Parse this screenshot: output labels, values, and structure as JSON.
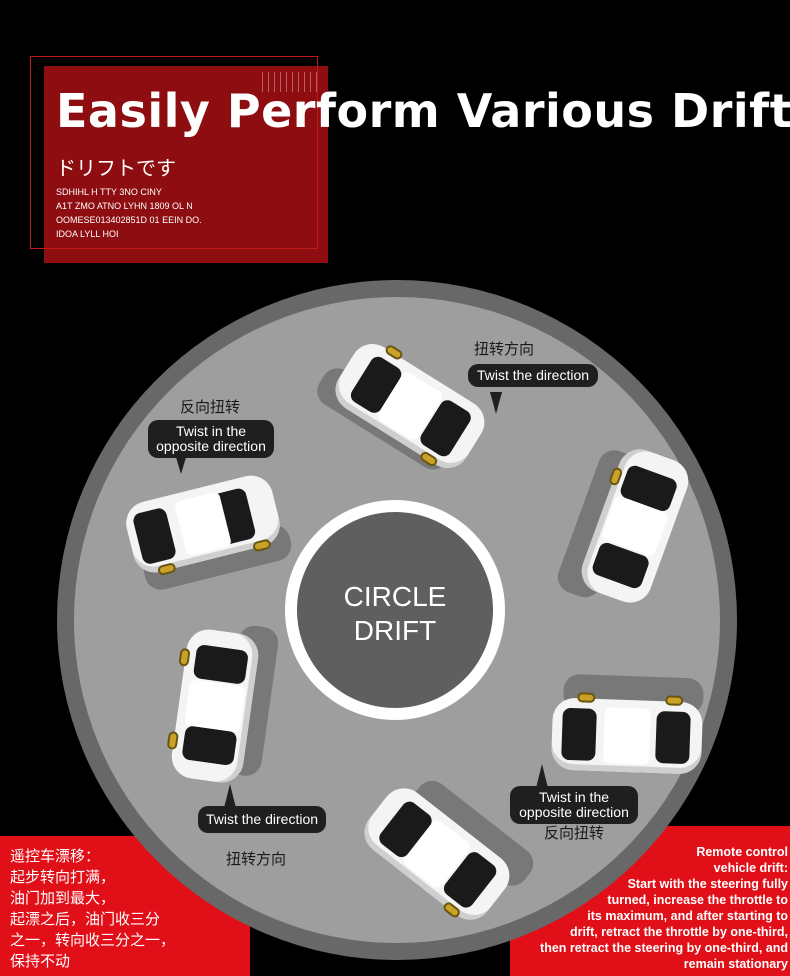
{
  "header": {
    "title": "Easily Perform Various Drifts",
    "subtitle_jp": "ドリフトです",
    "small_lines": [
      "SDHIHL H TTY 3NO CINY",
      "A1T ZMO ATNO LYHN 1809 OL N",
      "OOMESE013402851D 01 EEIN DO.",
      "IDOA LYLL HOI"
    ]
  },
  "center": {
    "line1": "CIRCLE",
    "line2": "DRIFT"
  },
  "callouts": {
    "top_right": {
      "cn": "扭转方向",
      "en": "Twist the direction"
    },
    "top_left": {
      "cn": "反向扭转",
      "en_line1": "Twist in the",
      "en_line2": "opposite direction"
    },
    "bottom_left": {
      "cn": "扭转方向",
      "en": "Twist the direction"
    },
    "bottom_right": {
      "cn": "反向扭转",
      "en_line1": "Twist in the",
      "en_line2": "opposite direction"
    }
  },
  "bottom_left_text": [
    "遥控车漂移：",
    "起步转向打满，",
    "油门加到最大，",
    "起漂之后，油门收三分",
    "之一，转向收三分之一，",
    "保持不动"
  ],
  "bottom_right_text": [
    "Remote control",
    "vehicle drift:",
    "Start with the steering fully",
    "turned, increase the throttle to",
    "its maximum, and after starting to",
    "drift, retract the throttle by one-third,",
    "then retract the steering by one-third, and",
    "remain stationary"
  ],
  "colors": {
    "background": "#000000",
    "accent_red": "#e00f18",
    "header_red": "#8d0d10",
    "track_dark": "#686868",
    "track_light": "#9e9e9e",
    "center": "#5f5f5f",
    "bubble": "#1f1f1f",
    "wheel": "#c9a227"
  }
}
